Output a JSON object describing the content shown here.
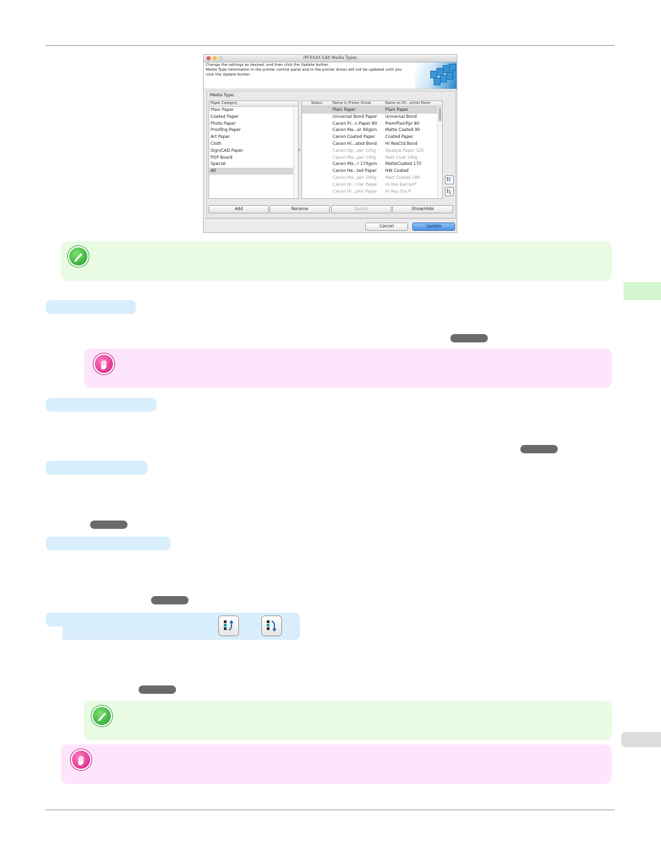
{
  "dialog": {
    "title": "iPFXXXX Edit Media Types",
    "instructions": [
      "Change the settings as desired, and then click the Update button.",
      "Media Type information in the printer control panel and in the printer driver will not be updated until you",
      "click the Update button."
    ],
    "media_type_label": "Media Type:",
    "category_header": "Paper Category",
    "categories": [
      {
        "label": "Plain Paper",
        "selected": false
      },
      {
        "label": "Coated Paper",
        "selected": false
      },
      {
        "label": "Photo Paper",
        "selected": false
      },
      {
        "label": "Proofing Paper",
        "selected": false
      },
      {
        "label": "Art Paper",
        "selected": false
      },
      {
        "label": "Cloth",
        "selected": false
      },
      {
        "label": "Sign/CAD Paper",
        "selected": false
      },
      {
        "label": "POP Board",
        "selected": false
      },
      {
        "label": "Special",
        "selected": false
      },
      {
        "label": "All",
        "selected": true
      }
    ],
    "media_headers": {
      "status": "Status",
      "driver": "Name in Printer Driver",
      "panel": "Name on Pri...ontrol Panel"
    },
    "media_rows": [
      {
        "driver": "Plain Paper",
        "panel": "Plain Paper",
        "selected": true,
        "dim": false
      },
      {
        "driver": "Universal Bond Paper",
        "panel": "Universal Bond",
        "selected": false,
        "dim": false
      },
      {
        "driver": "Canon Pr...n Paper 80",
        "panel": "PremPlainPpr 80",
        "selected": false,
        "dim": false
      },
      {
        "driver": "Canon Ma...er 90gsm",
        "panel": "Matte Coated 90",
        "selected": false,
        "dim": false
      },
      {
        "driver": "Canon Coated Paper",
        "panel": "Coated Paper",
        "selected": false,
        "dim": false
      },
      {
        "driver": "Canon Hi...ated Bond",
        "panel": "Hi ResCtd Bond",
        "selected": false,
        "dim": false
      },
      {
        "driver": "Canon Op...per 120g",
        "panel": "Opaque Paper 120",
        "selected": false,
        "dim": true
      },
      {
        "driver": "Canon Ma...per 140g",
        "panel": "Matt Coat 140g",
        "selected": false,
        "dim": true
      },
      {
        "driver": "Canon Ma...r 170gsm",
        "panel": "MatteCoated 170",
        "selected": false,
        "dim": false
      },
      {
        "driver": "Canon He...ted Paper",
        "panel": "HW Coated",
        "selected": false,
        "dim": false
      },
      {
        "driver": "Canon Ma...per 180g",
        "panel": "Matt Coated 180",
        "selected": false,
        "dim": true
      },
      {
        "driver": "Canon Hi...rrier Paper",
        "panel": "Hi Res BarrierP",
        "selected": false,
        "dim": true
      },
      {
        "driver": "Canon Hi...phic Paper",
        "panel": "Hi Res Gra P",
        "selected": false,
        "dim": true
      }
    ],
    "buttons": {
      "add": "Add",
      "rename": "Rename",
      "delete": "Delete",
      "show_hide": "Show/Hide",
      "cancel": "Cancel",
      "update": "Update"
    }
  },
  "colors": {
    "note_green": "#e9fbe2",
    "note_pink": "#fde6fb",
    "heading_blue": "#d9eefc",
    "side_tab_green": "#d3f5cf",
    "side_tab_gray": "#dcdcdc",
    "update_blue": "#4f94e0"
  },
  "icons": {
    "note": "pencil-icon",
    "important": "hand-stop-icon",
    "move_up": "move-up-icon",
    "move_down": "move-down-icon"
  }
}
